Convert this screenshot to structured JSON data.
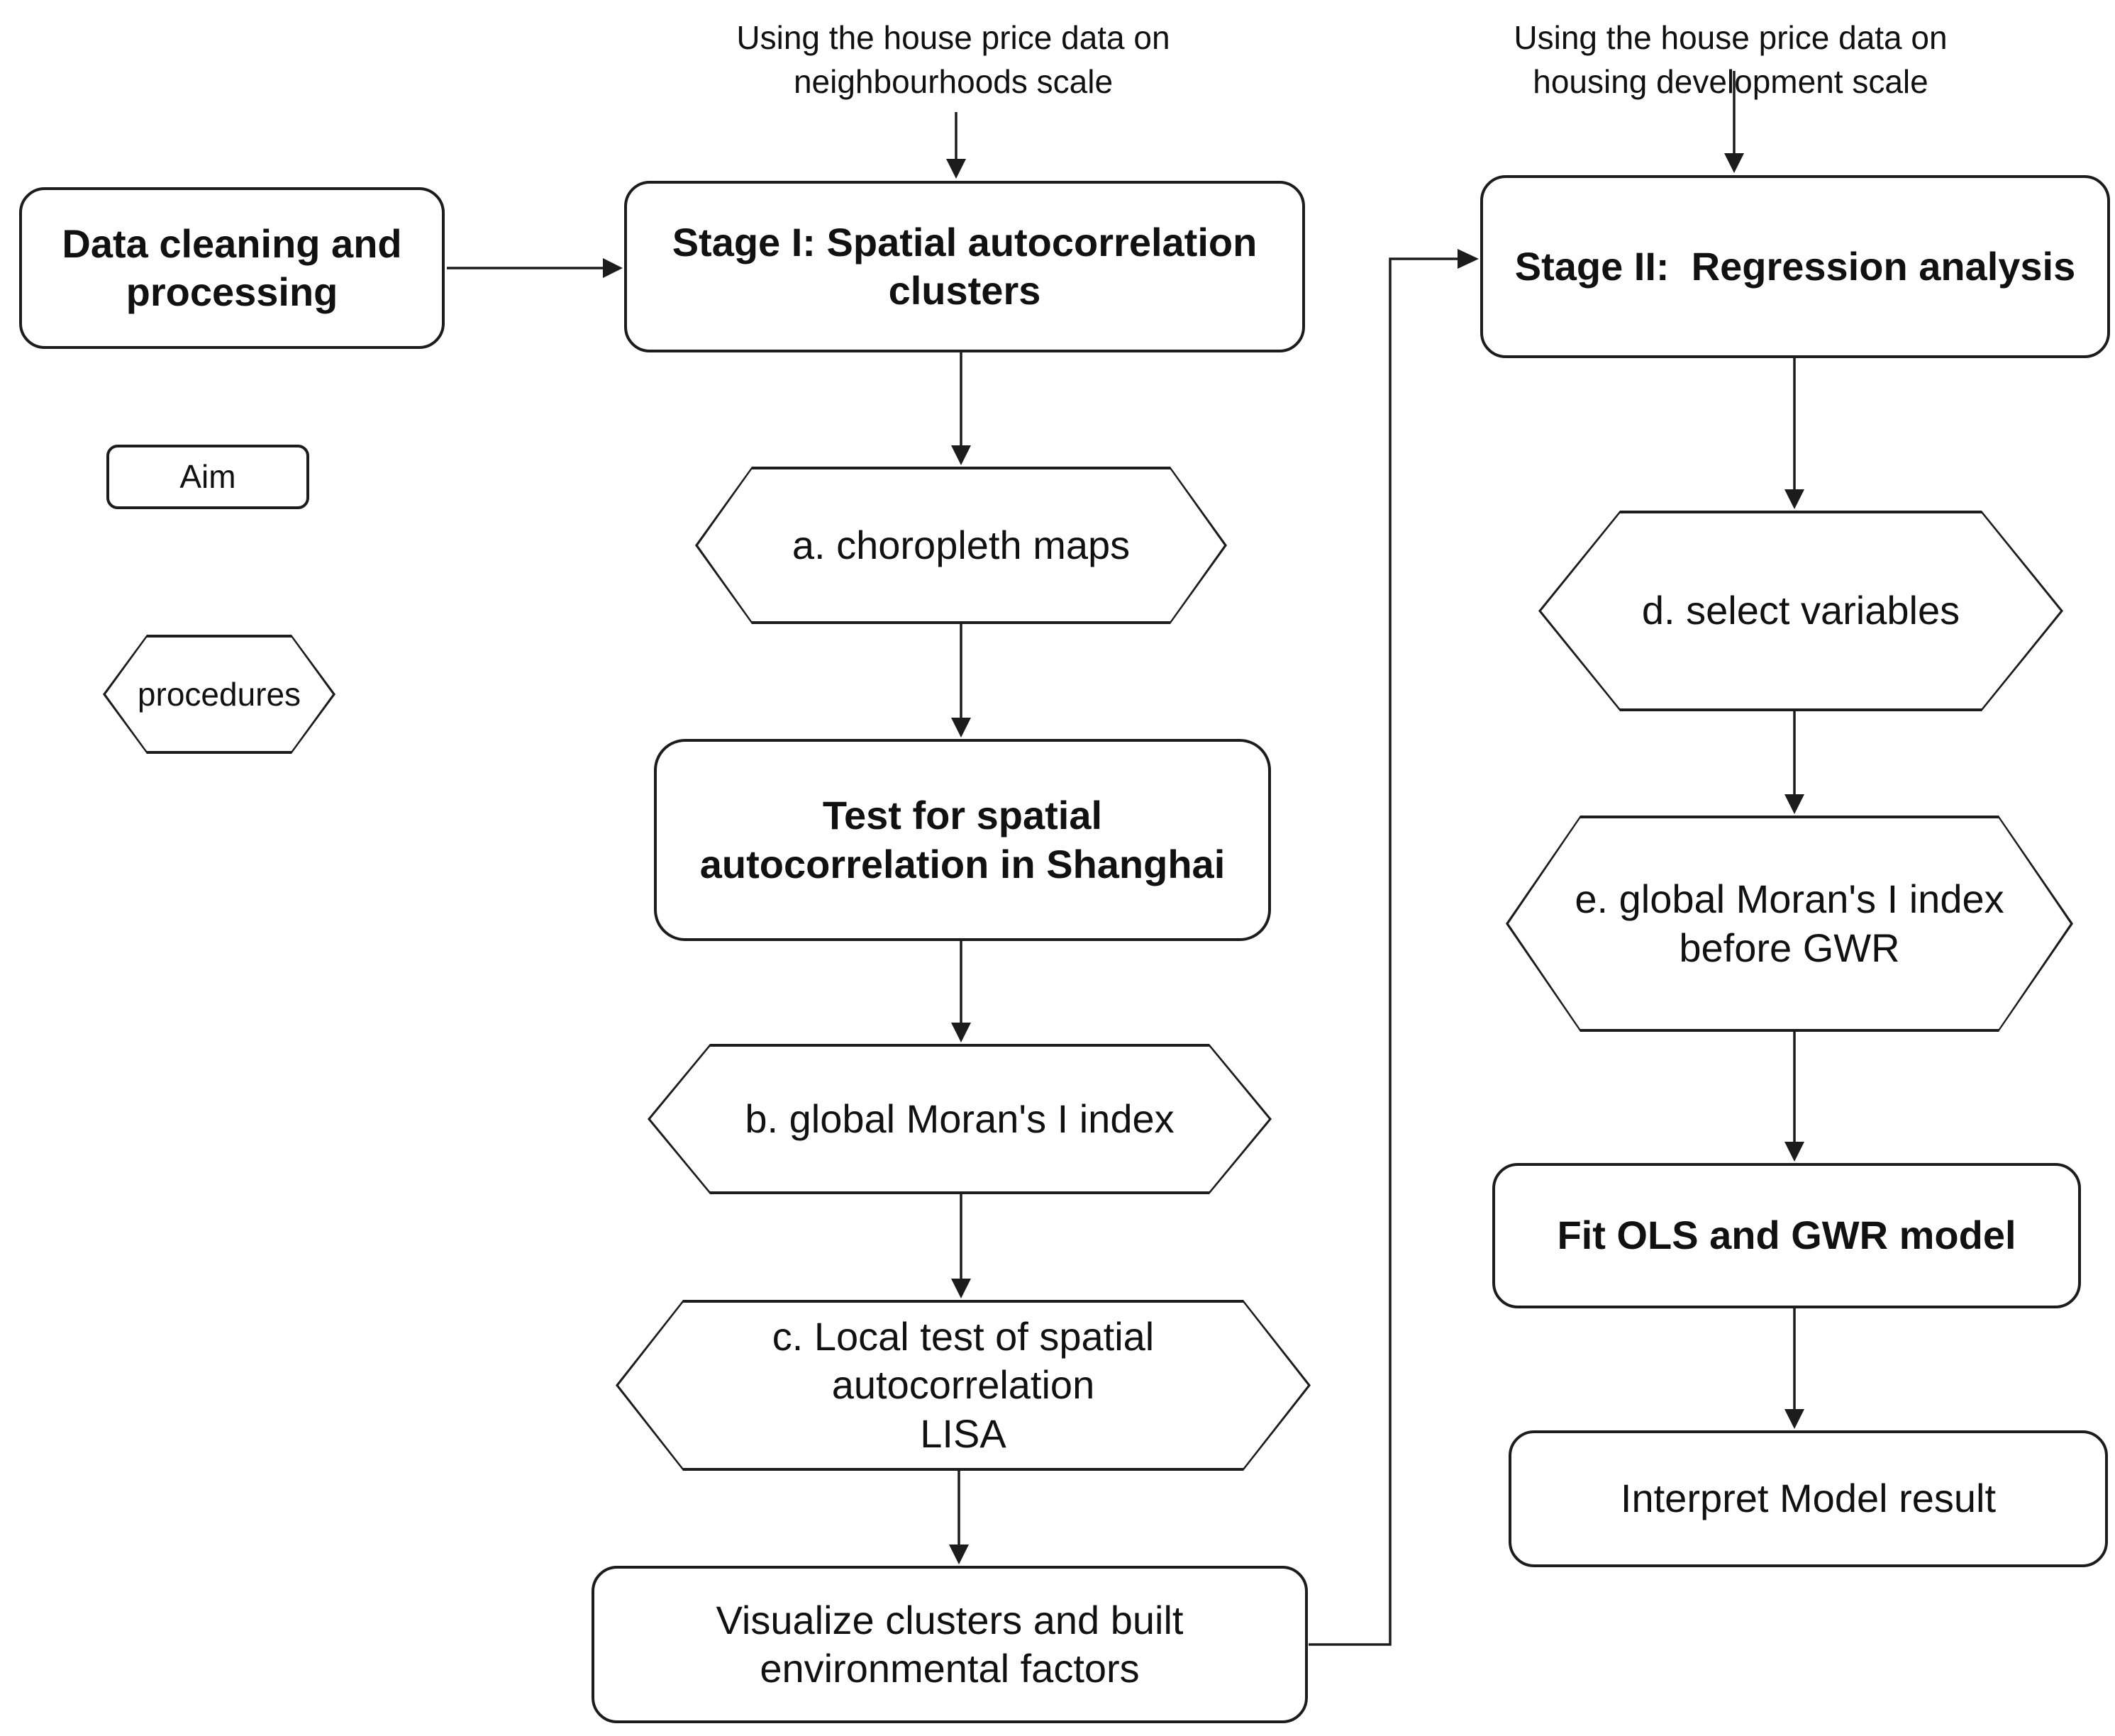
{
  "figure": {
    "background": "#ffffff",
    "line_color": "#1c1c1c",
    "text_color": "#111111"
  },
  "annotations": {
    "neighbourhoods": "Using the house price data on\nneighbourhoods scale",
    "housing_development": "Using the house price data on\nhousing development scale"
  },
  "legend": {
    "aim": "Aim",
    "procedures": "procedures"
  },
  "nodes": {
    "data_cleaning": {
      "label": "Data cleaning and\nprocessing",
      "shape": "rounded-rect",
      "emphasis": "bold"
    },
    "stage1": {
      "label": "Stage I: Spatial autocorrelation\nclusters",
      "shape": "rounded-rect",
      "emphasis": "bold"
    },
    "choropleth": {
      "label": "a. choropleth maps",
      "shape": "hexagon",
      "emphasis": "regular"
    },
    "test_autocorrelation": {
      "label": "Test for spatial\nautocorrelation in Shanghai",
      "shape": "rounded-rect",
      "emphasis": "bold"
    },
    "global_moran": {
      "label": "b. global Moran's I index",
      "shape": "hexagon",
      "emphasis": "regular"
    },
    "local_test": {
      "label": "c. Local test of spatial\nautocorrelation\nLISA",
      "shape": "hexagon",
      "emphasis": "regular"
    },
    "visualize": {
      "label": "Visualize clusters and built\nenvironmental factors",
      "shape": "rounded-rect",
      "emphasis": "regular"
    },
    "stage2": {
      "label": "Stage II:  Regression analysis",
      "shape": "rounded-rect",
      "emphasis": "bold"
    },
    "select_variables": {
      "label": "d. select variables",
      "shape": "hexagon",
      "emphasis": "regular"
    },
    "moran_before_gwr": {
      "label": "e. global Moran's I index\nbefore GWR",
      "shape": "hexagon",
      "emphasis": "regular"
    },
    "fit_models": {
      "label": "Fit OLS and GWR model",
      "shape": "rounded-rect",
      "emphasis": "bold"
    },
    "interpret": {
      "label": "Interpret Model result",
      "shape": "rounded-rect",
      "emphasis": "regular"
    }
  }
}
